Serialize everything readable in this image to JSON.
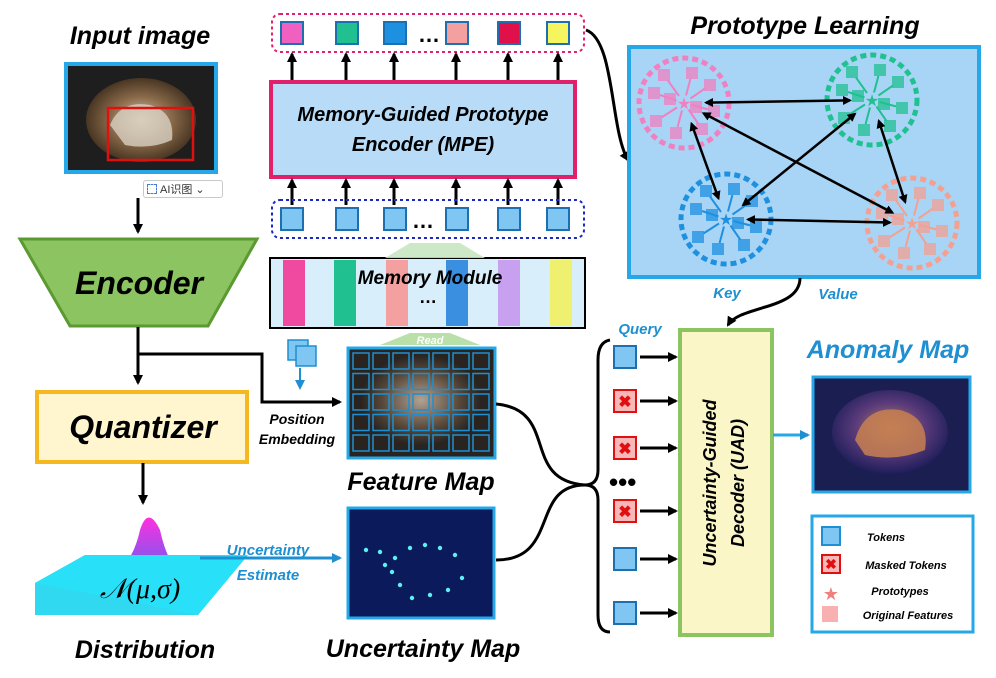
{
  "labels": {
    "input_image": "Input image",
    "encoder": "Encoder",
    "quantizer": "Quantizer",
    "distribution": "Distribution",
    "normal_symbol": "𝒩(μ,σ)",
    "mpe_line1": "Memory-Guided Prototype",
    "mpe_line2": "Encoder (MPE)",
    "memory_module": "Memory Module",
    "read": "Read",
    "position_line1": "Position",
    "position_line2": "Embedding",
    "feature_map": "Feature Map",
    "uncertainty_line1": "Uncertainty",
    "uncertainty_line2": "Estimate",
    "uncertainty_map": "Uncertainty Map",
    "prototype_learning": "Prototype Learning",
    "key": "Key",
    "value": "Value",
    "query": "Query",
    "uad_line1": "Uncertainty-Guided",
    "uad_line2": "Decoder (UAD)",
    "anomaly_map": "Anomaly Map",
    "ellipsis": "•••"
  },
  "legend": {
    "tokens": "Tokens",
    "masked_tokens": "Masked Tokens",
    "prototypes": "Prototypes",
    "original_features": "Original Features"
  },
  "overlay": {
    "ai_badge": "AI识图"
  },
  "colors": {
    "prototype_tokens": [
      "#f060c0",
      "#20c090",
      "#1e90e0",
      "#f4a0a0",
      "#e0104a",
      "#f5f560"
    ],
    "memory_bands": [
      "#f04aa0",
      "#20c090",
      "#f4a0a0",
      "#3a8fe0",
      "#c8a0f0",
      "#f0f070"
    ],
    "cluster_colors": [
      "#f080c0",
      "#20c090",
      "#1e90e0",
      "#f4a090"
    ],
    "accent_blue": "#1e8fd0",
    "mpe_border": "#e0206a",
    "quantizer_border": "#f5b820",
    "encoder_fill": "#8bc460"
  }
}
